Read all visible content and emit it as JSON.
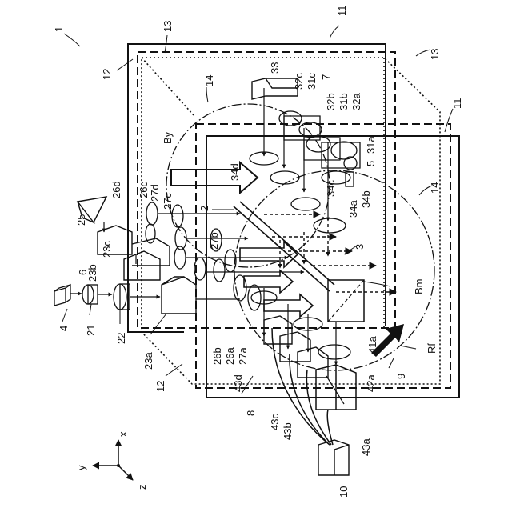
{
  "figure": {
    "id_label": "1",
    "axes": {
      "x": "x",
      "y": "y",
      "z": "z"
    },
    "line_color": "#111111",
    "background": "#ffffff"
  },
  "labels": {
    "l11a": "11",
    "l11b": "11",
    "l12a": "12",
    "l12b": "12",
    "l13a": "13",
    "l13b": "13",
    "l14a": "14",
    "l14b": "14",
    "l33": "33",
    "l32c": "32c",
    "l31c": "31c",
    "l7": "7",
    "l32b": "32b",
    "l31b": "31b",
    "l32a": "32a",
    "l31a": "31a",
    "l5": "5",
    "l34d": "34d",
    "l34c": "34c",
    "l34b": "34b",
    "l34a": "34a",
    "lBy": "By",
    "l26d": "26d",
    "l26c": "26c",
    "l27d": "27d",
    "l27c": "27c",
    "l25": "25",
    "l23c": "23c",
    "l2": "2",
    "l27b": "27b",
    "l3": "3",
    "l6": "6",
    "l23b": "23b",
    "lBm": "Bm",
    "l4": "4",
    "l21": "21",
    "l22": "22",
    "l23a": "23a",
    "l26b": "26b",
    "l26a": "26a",
    "l27a": "27a",
    "l43d": "43d",
    "l41a": "41a",
    "lRf": "Rf",
    "l42a": "42a",
    "l9": "9",
    "l8": "8",
    "l43c": "43c",
    "l43b": "43b",
    "l43a": "43a",
    "l10": "10"
  }
}
